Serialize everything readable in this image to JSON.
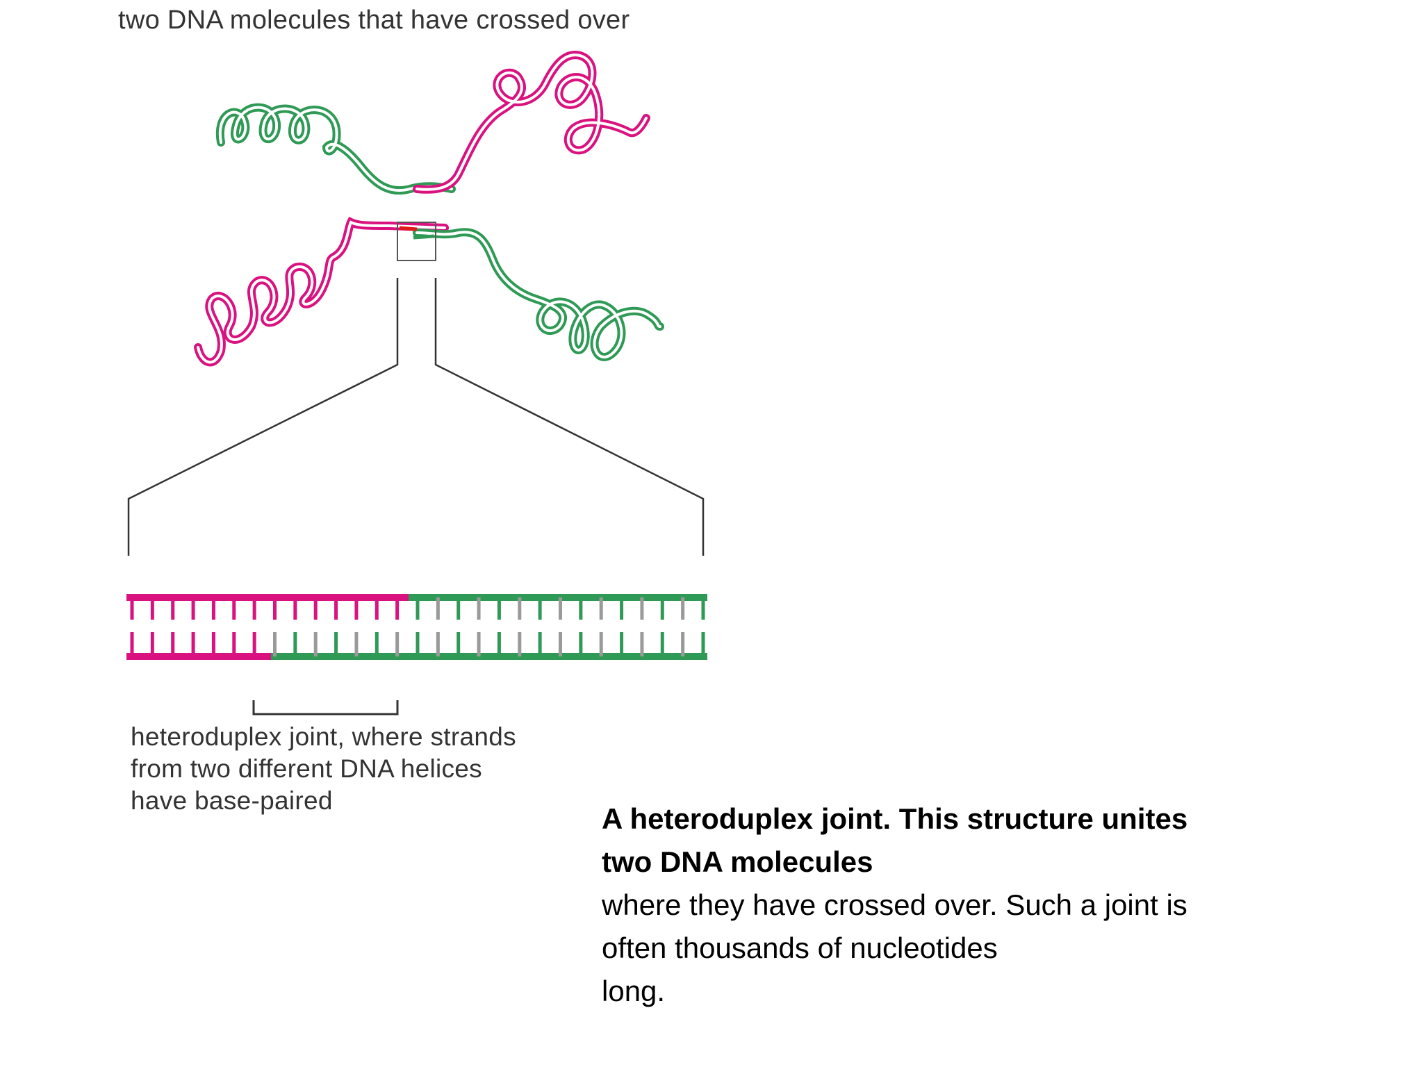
{
  "figure": {
    "title": "two DNA molecules that have crossed over",
    "caption_lines": [
      "heteroduplex joint, where strands",
      "from two different DNA helices",
      "have base-paired"
    ]
  },
  "description": {
    "bold_lines": [
      "A heteroduplex joint. This structure unites",
      "two DNA molecules"
    ],
    "lines": [
      "where they have crossed over. Such a joint is",
      "often thousands of nucleotides",
      "long."
    ]
  },
  "colors": {
    "magenta": "#d9127f",
    "green": "#2f9a55",
    "gray": "#9a9a9a",
    "red": "#e01a1a",
    "line": "#333333"
  }
}
